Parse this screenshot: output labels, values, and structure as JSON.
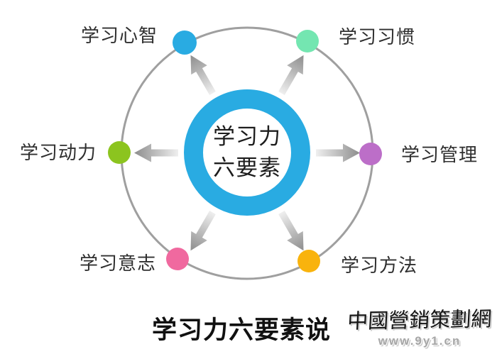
{
  "title": "学习力六要素说",
  "center": {
    "line1": "学习力",
    "line2": "六要素",
    "ring_color": "#29ABE2"
  },
  "elements": [
    {
      "id": "mind",
      "label": "学习心智",
      "color": "#29ABE2",
      "position": "top-left"
    },
    {
      "id": "habit",
      "label": "学习习惯",
      "color": "#74E6B1",
      "position": "top-right"
    },
    {
      "id": "motivation",
      "label": "学习动力",
      "color": "#8CC41F",
      "position": "left"
    },
    {
      "id": "management",
      "label": "学习管理",
      "color": "#BC6EC8",
      "position": "right"
    },
    {
      "id": "will",
      "label": "学习意志",
      "color": "#F0699F",
      "position": "bottom-left"
    },
    {
      "id": "method",
      "label": "学习方法",
      "color": "#F9B30D",
      "position": "bottom-right"
    }
  ],
  "watermark": {
    "site_name": "中國營銷策劃網",
    "site_url": "www.9y1.cn"
  }
}
